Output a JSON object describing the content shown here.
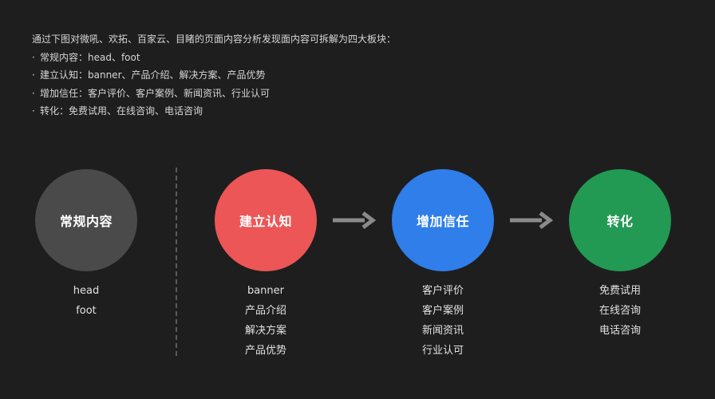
{
  "intro": {
    "heading": "通过下图对微吼、欢拓、百家云、目睹的页面内容分析发现面内容可拆解为四大板块：",
    "bullet_symbol": "·",
    "bullets": [
      "常规内容：head、foot",
      "建立认知：banner、产品介绍、解决方案、产品优势",
      "增加信任：客户评价、客户案例、新闻资讯、行业认可",
      "转化：免费试用、在线咨询、电话咨询"
    ]
  },
  "blocks": [
    {
      "title": "常规内容",
      "color": "#4a4a4a",
      "items": [
        "head",
        "foot"
      ]
    },
    {
      "title": "建立认知",
      "color": "#ec5656",
      "items": [
        "banner",
        "产品介绍",
        "解决方案",
        "产品优势"
      ]
    },
    {
      "title": "增加信任",
      "color": "#2f7eea",
      "items": [
        "客户评价",
        "客户案例",
        "新闻资讯",
        "行业认可"
      ]
    },
    {
      "title": "转化",
      "color": "#229a54",
      "items": [
        "免费试用",
        "在线咨询",
        "电话咨询"
      ]
    }
  ],
  "arrow_color": "#8a8a8a",
  "divider_color": "#5a5a5a"
}
